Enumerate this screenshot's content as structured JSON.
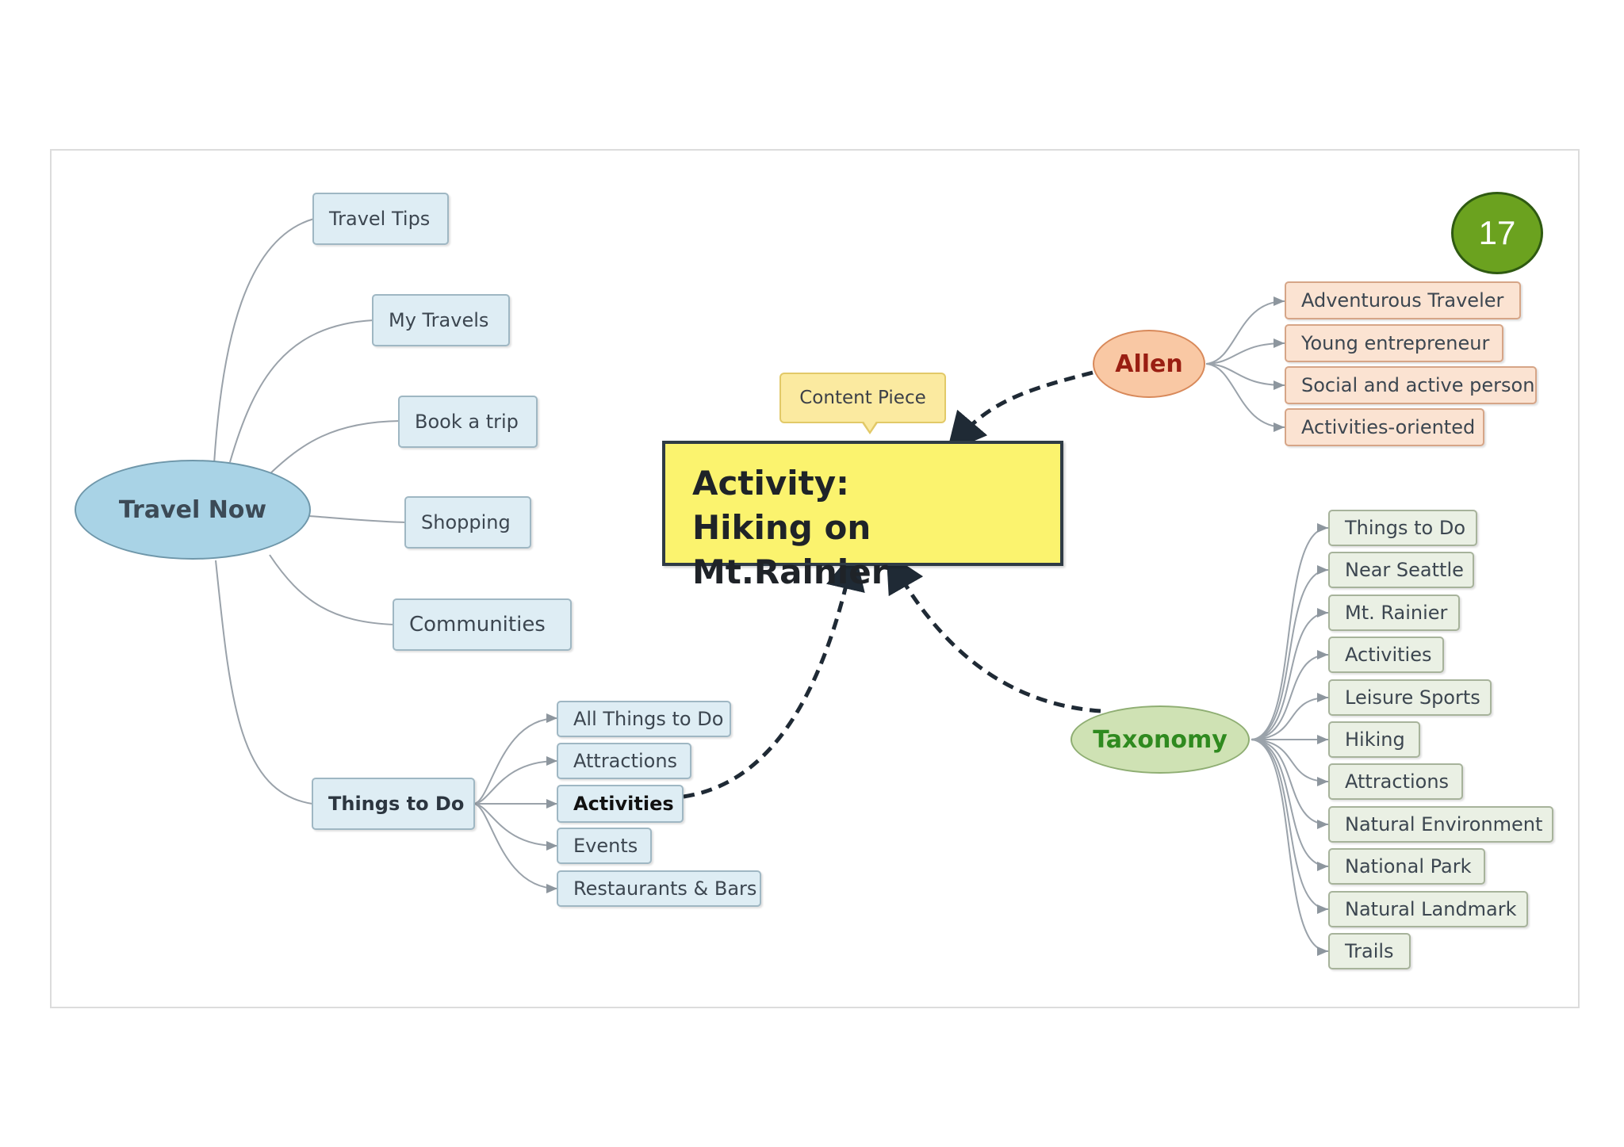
{
  "slide_number": "17",
  "central": {
    "callout": "Content Piece",
    "title_line1": "Activity:",
    "title_line2": "Hiking on Mt.Rainier"
  },
  "travel_now": {
    "label": "Travel Now",
    "items": [
      "Travel Tips",
      "My Travels",
      "Book a trip",
      "Shopping",
      "Communities",
      "Things to Do"
    ],
    "things_to_do": [
      "All Things to Do",
      "Attractions",
      "Activities",
      "Events",
      "Restaurants & Bars"
    ]
  },
  "allen": {
    "label": "Allen",
    "items": [
      "Adventurous Traveler",
      "Young entrepreneur",
      "Social and active person",
      "Activities-oriented"
    ]
  },
  "taxonomy": {
    "label": "Taxonomy",
    "items": [
      "Things to Do",
      "Near Seattle",
      "Mt. Rainier",
      "Activities",
      "Leisure Sports",
      "Hiking",
      "Attractions",
      "Natural Environment",
      "National Park",
      "Natural Landmark",
      "Trails"
    ]
  },
  "colors": {
    "travel_now_fill": "#a9d3e6",
    "allen_fill": "#f9c8a4",
    "allen_text": "#9a1e12",
    "taxonomy_fill": "#cfe2b4",
    "taxonomy_text": "#2f8a1f",
    "central_fill": "#fbf36e",
    "badge_fill": "#6ba21f"
  }
}
